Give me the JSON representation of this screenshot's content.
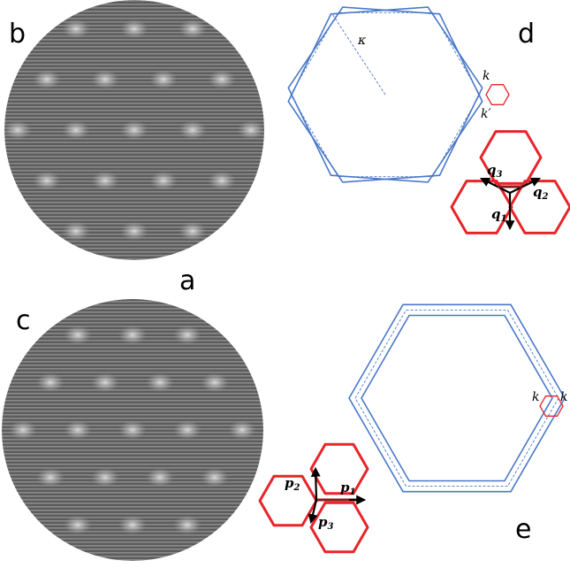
{
  "panels": {
    "a": "a",
    "b": "b",
    "c": "c",
    "d": "d",
    "e": "e"
  },
  "labels_d": {
    "kappa": "κ",
    "k": "k",
    "k_prime": "k′",
    "q1": "q",
    "q1_sub": "1",
    "q2": "q",
    "q2_sub": "2",
    "q3": "q",
    "q3_sub": "3"
  },
  "labels_e": {
    "k_left": "k",
    "k_right": "k",
    "p1": "p",
    "p1_sub": "1",
    "p2": "p",
    "p2_sub": "2",
    "p3": "p",
    "p3_sub": "3"
  },
  "colors": {
    "brillouin_zone": "#4a78c8",
    "moire_zone": "#e8242a",
    "moire_background": "#6b6b6b",
    "bright_spot": "#d8d8d8"
  }
}
